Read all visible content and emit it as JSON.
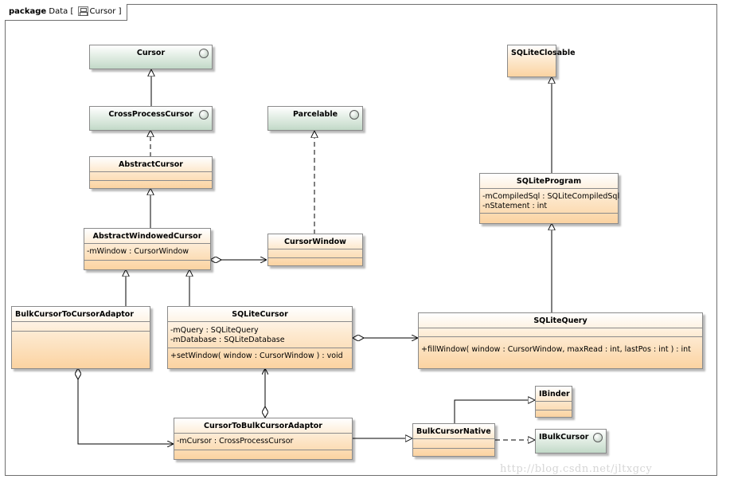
{
  "package_header": {
    "keyword": "package",
    "name": "Data",
    "current": "Cursor"
  },
  "classes": {
    "cursor": {
      "name": "Cursor"
    },
    "cross_process_cursor": {
      "name": "CrossProcessCursor"
    },
    "abstract_cursor": {
      "name": "AbstractCursor"
    },
    "abstract_windowed_cursor": {
      "name": "AbstractWindowedCursor",
      "attrs": [
        "-mWindow : CursorWindow"
      ]
    },
    "parcelable": {
      "name": "Parcelable"
    },
    "cursor_window": {
      "name": "CursorWindow"
    },
    "sqlite_closable": {
      "name": "SQLiteClosable"
    },
    "sqlite_program": {
      "name": "SQLiteProgram",
      "attrs": [
        "-mCompiledSql : SQLiteCompiledSql",
        "-nStatement : int"
      ]
    },
    "bulk_cursor_to_cursor_adaptor": {
      "name": "BulkCursorToCursorAdaptor"
    },
    "sqlite_cursor": {
      "name": "SQLiteCursor",
      "attrs": [
        "-mQuery : SQLiteQuery",
        "-mDatabase : SQLiteDatabase"
      ],
      "ops": [
        "+setWindow( window : CursorWindow ) : void"
      ]
    },
    "sqlite_query": {
      "name": "SQLiteQuery",
      "ops": [
        "+fillWindow( window : CursorWindow, maxRead : int, lastPos : int ) : int"
      ]
    },
    "cursor_to_bulk_cursor_adaptor": {
      "name": "CursorToBulkCursorAdaptor",
      "attrs": [
        "-mCursor : CrossProcessCursor"
      ]
    },
    "bulk_cursor_native": {
      "name": "BulkCursorNative"
    },
    "ibinder": {
      "name": "IBinder"
    },
    "ibulk_cursor": {
      "name": "IBulkCursor"
    }
  },
  "watermark": "http://blog.csdn.net/jltxgcy",
  "colors": {
    "class_fill": "#fbd3a1",
    "interface_fill": "#c2d9c8",
    "border": "#8b8b8b",
    "line": "#000000"
  },
  "icons": {
    "interface_marker": "interface-circle-icon",
    "package_marker": "package-diagram-icon"
  }
}
